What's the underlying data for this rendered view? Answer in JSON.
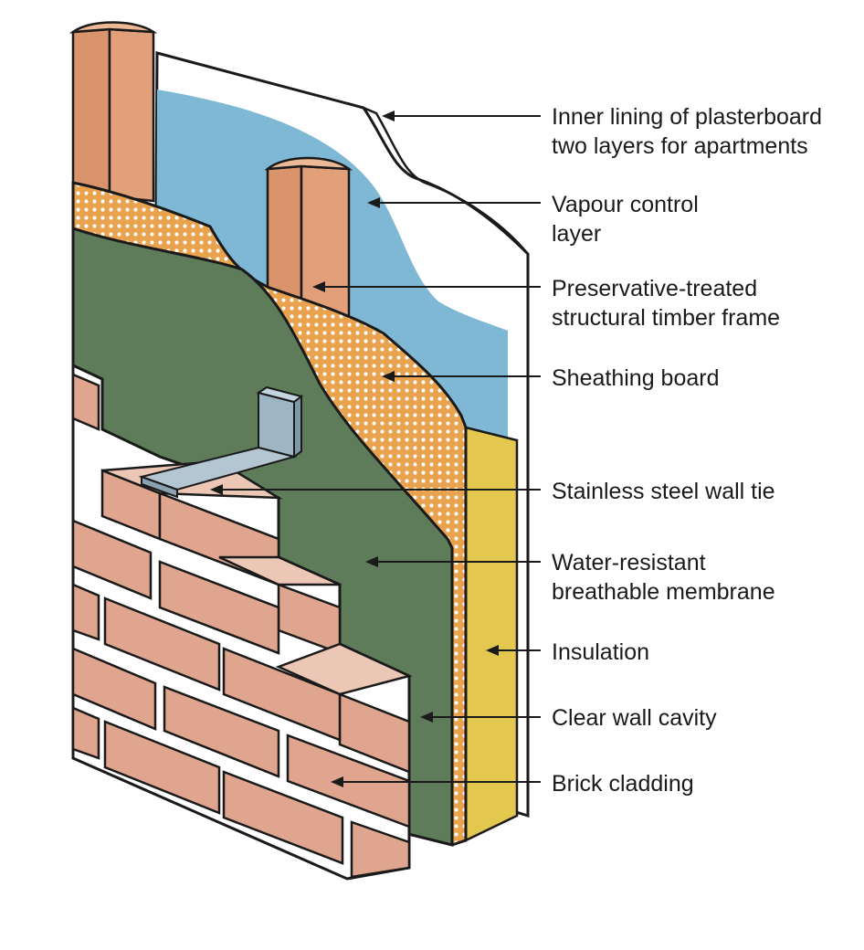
{
  "colors": {
    "timber": "#E2A07A",
    "vapour": "#7FB8D4",
    "sheathing": "#E9A24E",
    "membrane": "#5E7B5A",
    "insulation": "#E3C74F",
    "brick_face": "#DFA58E",
    "brick_top": "#EDC7B6",
    "steel": "#9EB5C4",
    "outline": "#1a1a1a"
  },
  "labels": [
    {
      "id": "plasterboard",
      "lines": [
        "Inner lining of plasterboard",
        "two layers for apartments"
      ]
    },
    {
      "id": "vapour",
      "lines": [
        "Vapour control",
        "layer"
      ]
    },
    {
      "id": "timber",
      "lines": [
        "Preservative-treated",
        "structural timber frame"
      ]
    },
    {
      "id": "sheathing",
      "lines": [
        "Sheathing board"
      ]
    },
    {
      "id": "walltie",
      "lines": [
        "Stainless steel wall tie"
      ]
    },
    {
      "id": "membrane",
      "lines": [
        "Water-resistant",
        "breathable membrane"
      ]
    },
    {
      "id": "insulation",
      "lines": [
        "Insulation"
      ]
    },
    {
      "id": "cavity",
      "lines": [
        "Clear wall cavity"
      ]
    },
    {
      "id": "brick",
      "lines": [
        "Brick cladding"
      ]
    }
  ]
}
